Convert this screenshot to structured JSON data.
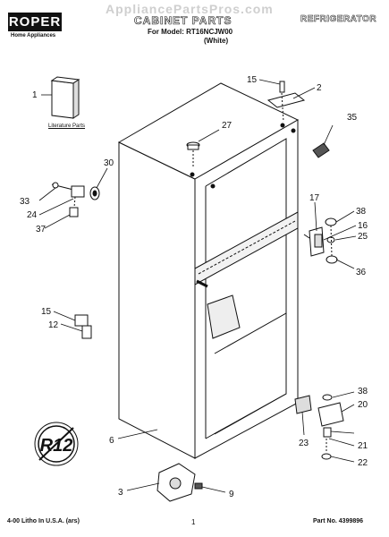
{
  "header": {
    "brand": "ROPER",
    "brand_sub": "Home Appliances",
    "watermark": "AppliancePartsPros.com",
    "title": "CABINET PARTS",
    "model_line": "For Model: RT16NCJW00",
    "color_line": "(White)",
    "category": "REFRIGERATOR"
  },
  "literature": {
    "caption": "Literature Parts"
  },
  "callouts": [
    "1",
    "2",
    "3",
    "6",
    "9",
    "12",
    "15",
    "15",
    "16",
    "17",
    "20",
    "21",
    "22",
    "23",
    "24",
    "25",
    "27",
    "30",
    "33",
    "35",
    "36",
    "37",
    "38",
    "38"
  ],
  "badge": {
    "text": "R12"
  },
  "footer": {
    "left": "4-00 Litho In U.S.A. (ars)",
    "page": "1",
    "right": "Part No. 4399896"
  }
}
